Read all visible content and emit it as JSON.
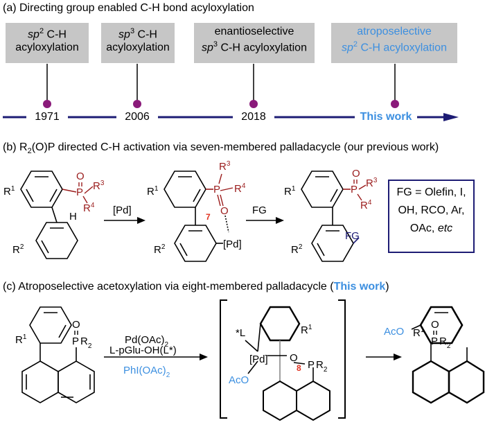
{
  "section_a": {
    "heading": "(a) Directing group enabled C-H bond  acyloxylation",
    "boxes": [
      {
        "line1": "sp2 C-H",
        "line2": "acyloxylation"
      },
      {
        "line1": "sp3 C-H",
        "line2": "acyloxylation"
      },
      {
        "line1": "enantioselective",
        "line2": "sp3 C-H acyloxylation"
      },
      {
        "line1": "atroposelective",
        "line2": "sp2 C-H acyloxylation"
      }
    ],
    "years": [
      "1971",
      "2006",
      "2018",
      "This work"
    ]
  },
  "section_b": {
    "heading": "(b) R2(O)P directed C-H activation via seven-membered palladacycle (our previous work)",
    "arrow1_label": "[Pd]",
    "arrow2_label": "FG",
    "ring_size": "7",
    "fg_box": {
      "line1": "FG = Olefin, I,",
      "line2": "OH, RCO, Ar,",
      "line3": "OAc, etc"
    }
  },
  "section_c": {
    "heading_pre": "(c) Atroposelective acetoxylation via eight-membered palladacycle (",
    "heading_highlight": "This work",
    "heading_post": ")",
    "reagent1": "Pd(OAc)2",
    "reagent2": "L-pGlu-OH(L*)",
    "reagent3": "PhI(OAc)2",
    "ring_size": "8"
  },
  "colors": {
    "accent_blue": "#3c8fe0",
    "navy": "#1d1c74",
    "dark_red": "#9a1b1b",
    "red": "#e0301e",
    "purple": "#8a1a7a",
    "box_gray": "#c6c6c6"
  }
}
